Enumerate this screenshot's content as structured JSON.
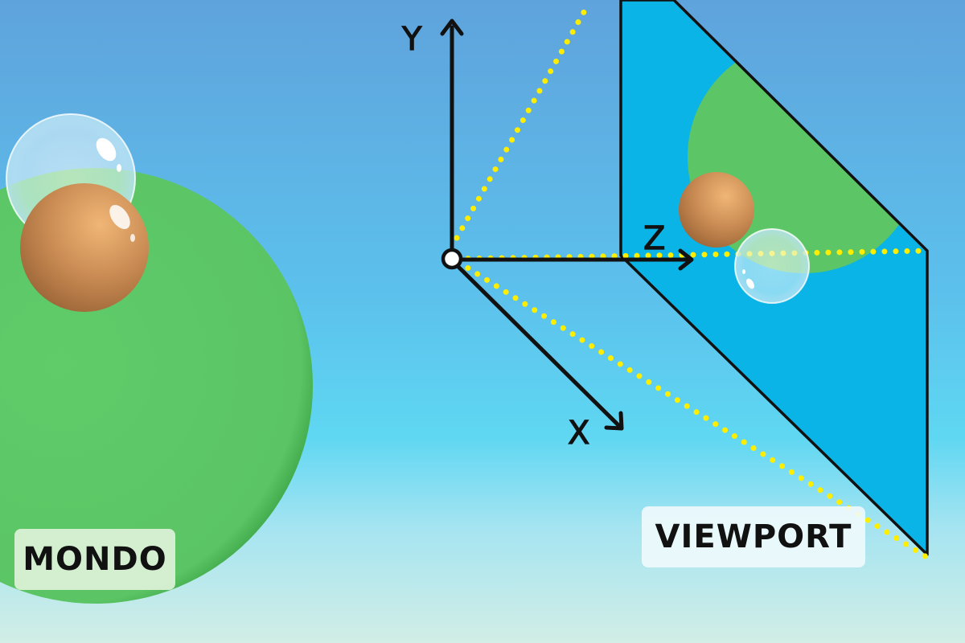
{
  "labels": {
    "world": "MONDO",
    "viewport": "VIEWPORT"
  },
  "axes": {
    "x": "X",
    "y": "Y",
    "z": "Z"
  },
  "colors": {
    "sky_top": "#5fa6de",
    "sky_mid": "#5dd4f0",
    "sky_bottom": "#cdeee9",
    "planet": "#5cc666",
    "planet_edge": "#3fa84a",
    "viewport_plane": "#0ab4e6",
    "projection_lines": "#ffee00",
    "axis_lines": "#111111",
    "ball_brown": "#c98a52",
    "bubble": "#e6f6fb"
  },
  "icons": {
    "origin": "origin-ring-icon",
    "arrowheads": "arrowhead-icon"
  }
}
